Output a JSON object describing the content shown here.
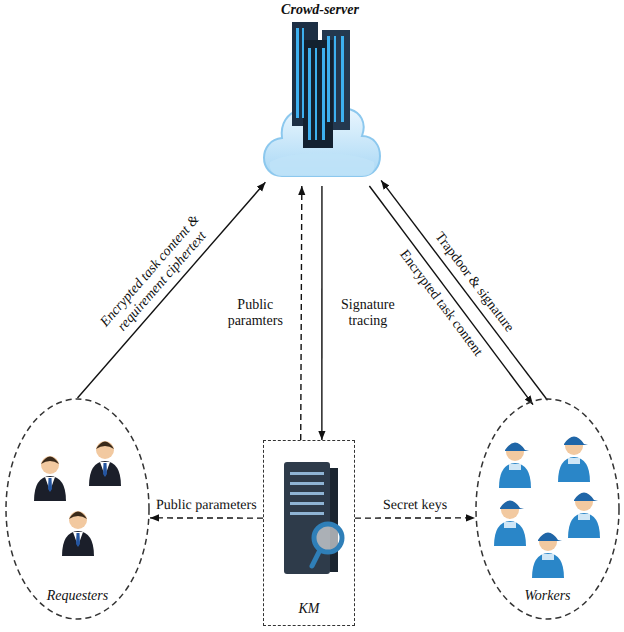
{
  "diagram": {
    "nodes": [
      {
        "text": [
          "Crowd-server"
        ]
      },
      {
        "text": [
          "Requesters"
        ]
      },
      {
        "text": [
          "KM"
        ]
      },
      {
        "text": [
          "Workers"
        ]
      }
    ],
    "edges": [
      {
        "from": 1,
        "to": 0,
        "label": "Encrypted task content & requirement ciphertext",
        "arrow": "to"
      },
      {
        "from": 2,
        "to": 0,
        "label": "Public paramters",
        "arrow": "to"
      },
      {
        "from": 0,
        "to": 2,
        "label": "Signature tracing",
        "arrow": "to"
      },
      {
        "from": 3,
        "to": 0,
        "label": "Trapdoor & signature",
        "arrow": "to"
      },
      {
        "from": 0,
        "to": 3,
        "label": "Encrypted task content",
        "arrow": "to"
      },
      {
        "from": 2,
        "to": 1,
        "label": "Public parameters",
        "arrow": "to"
      },
      {
        "from": 2,
        "to": 3,
        "label": "Secret keys",
        "arrow": "to"
      }
    ]
  }
}
